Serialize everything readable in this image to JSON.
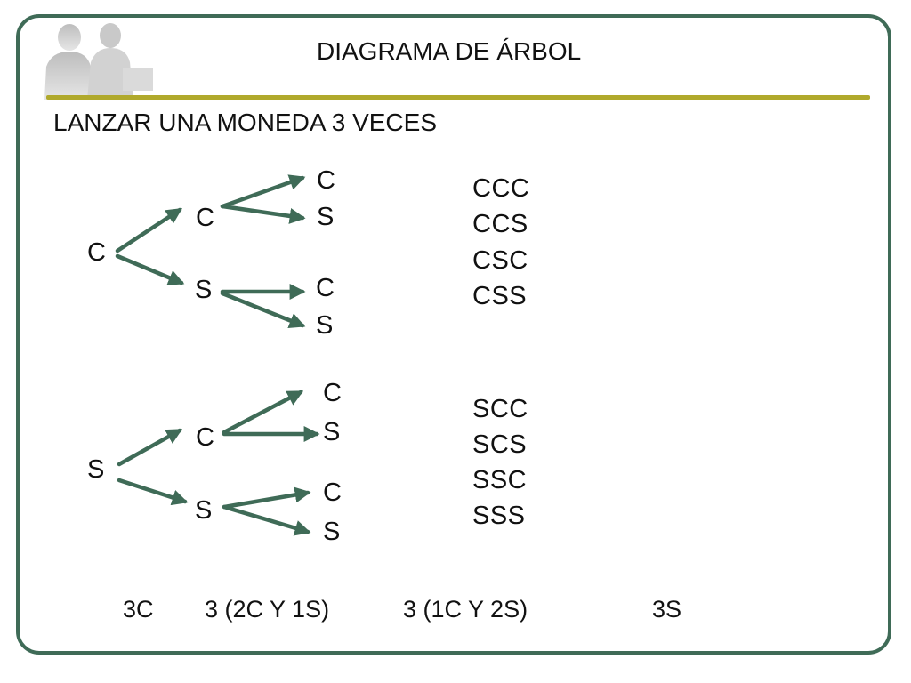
{
  "title": "DIAGRAMA DE  ÁRBOL",
  "subtitle": "LANZAR  UNA MONEDA  3 VECES",
  "tree_upper": {
    "root": "C",
    "level2": [
      "C",
      "S"
    ],
    "level3": [
      "C",
      "S",
      "C",
      "S"
    ]
  },
  "tree_lower": {
    "root": "S",
    "level2": [
      "C",
      "S"
    ],
    "level3": [
      "C",
      "S",
      "C",
      "S"
    ]
  },
  "outcomes_upper": [
    "CCC",
    "CCS",
    "CSC",
    "CSS"
  ],
  "outcomes_lower": [
    "SCC",
    "SCS",
    "SSC",
    "SSS"
  ],
  "summary": [
    "3C",
    "3 (2C Y 1S)",
    "3 (1C Y  2S)",
    "3S"
  ],
  "colors": {
    "frame": "#3f6b57",
    "arrow": "#3f6b57",
    "rule": "#b0a92c"
  },
  "icons": {
    "logo": "business-people-silhouette-icon",
    "arrow": "arrow-icon"
  }
}
